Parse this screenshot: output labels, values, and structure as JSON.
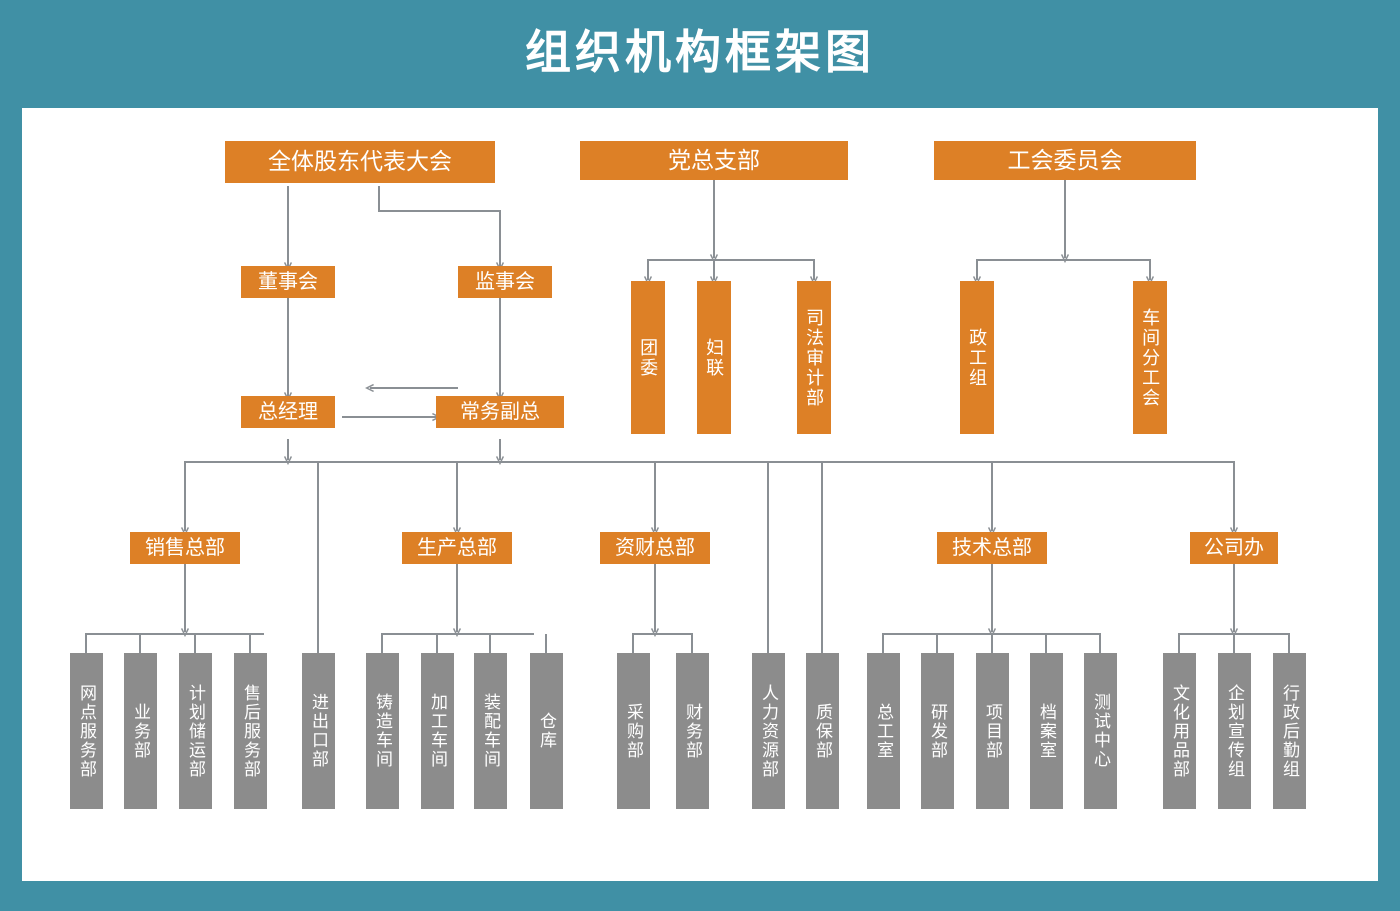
{
  "page": {
    "title": "组织机构框架图",
    "background_color": "#4090a5",
    "panel_color": "#ffffff",
    "accent_color": "#dd8026",
    "secondary_color": "#8c8c8c",
    "connector_color": "#8a8f94"
  },
  "chart_data": {
    "type": "diagram",
    "title": "组织机构框架图",
    "nodes": [
      {
        "id": "shareholders",
        "label": "全体股东代表大会",
        "level": 0,
        "color": "#dd8026",
        "orientation": "horizontal"
      },
      {
        "id": "party",
        "label": "党总支部",
        "level": 0,
        "color": "#dd8026",
        "orientation": "horizontal"
      },
      {
        "id": "union",
        "label": "工会委员会",
        "level": 0,
        "color": "#dd8026",
        "orientation": "horizontal"
      },
      {
        "id": "board",
        "label": "董事会",
        "level": 1,
        "color": "#dd8026",
        "orientation": "horizontal"
      },
      {
        "id": "supervisors",
        "label": "监事会",
        "level": 1,
        "color": "#dd8026",
        "orientation": "horizontal"
      },
      {
        "id": "youth",
        "label": "团委",
        "level": 1,
        "color": "#dd8026",
        "orientation": "vertical"
      },
      {
        "id": "women",
        "label": "妇联",
        "level": 1,
        "color": "#dd8026",
        "orientation": "vertical"
      },
      {
        "id": "judicial-audit",
        "label": "司法审计部",
        "level": 1,
        "color": "#dd8026",
        "orientation": "vertical"
      },
      {
        "id": "political-work",
        "label": "政工组",
        "level": 1,
        "color": "#dd8026",
        "orientation": "vertical"
      },
      {
        "id": "workshop-union",
        "label": "车间分工会",
        "level": 1,
        "color": "#dd8026",
        "orientation": "vertical"
      },
      {
        "id": "gm",
        "label": "总经理",
        "level": 2,
        "color": "#dd8026",
        "orientation": "horizontal"
      },
      {
        "id": "deputy-gm",
        "label": "常务副总",
        "level": 2,
        "color": "#dd8026",
        "orientation": "horizontal"
      },
      {
        "id": "sales-hq",
        "label": "销售总部",
        "level": 3,
        "color": "#dd8026",
        "orientation": "horizontal"
      },
      {
        "id": "production-hq",
        "label": "生产总部",
        "level": 3,
        "color": "#dd8026",
        "orientation": "horizontal"
      },
      {
        "id": "finance-hq",
        "label": "资财总部",
        "level": 3,
        "color": "#dd8026",
        "orientation": "horizontal"
      },
      {
        "id": "technology-hq",
        "label": "技术总部",
        "level": 3,
        "color": "#dd8026",
        "orientation": "horizontal"
      },
      {
        "id": "company-office",
        "label": "公司办",
        "level": 3,
        "color": "#dd8026",
        "orientation": "horizontal"
      },
      {
        "id": "branch-service",
        "label": "网点服务部",
        "level": 4,
        "color": "#8c8c8c",
        "orientation": "vertical"
      },
      {
        "id": "business-dept",
        "label": "业务部",
        "level": 4,
        "color": "#8c8c8c",
        "orientation": "vertical"
      },
      {
        "id": "plan-storage",
        "label": "计划储运部",
        "level": 4,
        "color": "#8c8c8c",
        "orientation": "vertical"
      },
      {
        "id": "after-sales",
        "label": "售后服务部",
        "level": 4,
        "color": "#8c8c8c",
        "orientation": "vertical"
      },
      {
        "id": "import-export",
        "label": "进出口部",
        "level": 4,
        "color": "#8c8c8c",
        "orientation": "vertical"
      },
      {
        "id": "casting-workshop",
        "label": "铸造车间",
        "level": 4,
        "color": "#8c8c8c",
        "orientation": "vertical"
      },
      {
        "id": "machining-workshop",
        "label": "加工车间",
        "level": 4,
        "color": "#8c8c8c",
        "orientation": "vertical"
      },
      {
        "id": "assembly-workshop",
        "label": "装配车间",
        "level": 4,
        "color": "#8c8c8c",
        "orientation": "vertical"
      },
      {
        "id": "warehouse",
        "label": "仓库",
        "level": 4,
        "color": "#8c8c8c",
        "orientation": "vertical"
      },
      {
        "id": "purchasing",
        "label": "采购部",
        "level": 4,
        "color": "#8c8c8c",
        "orientation": "vertical"
      },
      {
        "id": "accounting",
        "label": "财务部",
        "level": 4,
        "color": "#8c8c8c",
        "orientation": "vertical"
      },
      {
        "id": "hr",
        "label": "人力资源部",
        "level": 4,
        "color": "#8c8c8c",
        "orientation": "vertical"
      },
      {
        "id": "quality",
        "label": "质保部",
        "level": 4,
        "color": "#8c8c8c",
        "orientation": "vertical"
      },
      {
        "id": "chief-engineer",
        "label": "总工室",
        "level": 4,
        "color": "#8c8c8c",
        "orientation": "vertical"
      },
      {
        "id": "rnd",
        "label": "研发部",
        "level": 4,
        "color": "#8c8c8c",
        "orientation": "vertical"
      },
      {
        "id": "project",
        "label": "项目部",
        "level": 4,
        "color": "#8c8c8c",
        "orientation": "vertical"
      },
      {
        "id": "archives",
        "label": "档案室",
        "level": 4,
        "color": "#8c8c8c",
        "orientation": "vertical"
      },
      {
        "id": "test-center",
        "label": "测试中心",
        "level": 4,
        "color": "#8c8c8c",
        "orientation": "vertical"
      },
      {
        "id": "stationery",
        "label": "文化用品部",
        "level": 4,
        "color": "#8c8c8c",
        "orientation": "vertical"
      },
      {
        "id": "planning-promo",
        "label": "企划宣传组",
        "level": 4,
        "color": "#8c8c8c",
        "orientation": "vertical"
      },
      {
        "id": "admin-logistics",
        "label": "行政后勤组",
        "level": 4,
        "color": "#8c8c8c",
        "orientation": "vertical"
      }
    ],
    "edges": [
      {
        "from": "shareholders",
        "to": "board"
      },
      {
        "from": "shareholders",
        "to": "supervisors"
      },
      {
        "from": "supervisors",
        "to": "board"
      },
      {
        "from": "board",
        "to": "gm"
      },
      {
        "from": "supervisors",
        "to": "deputy-gm"
      },
      {
        "from": "gm",
        "to": "deputy-gm"
      },
      {
        "from": "party",
        "to": "youth"
      },
      {
        "from": "party",
        "to": "women"
      },
      {
        "from": "party",
        "to": "judicial-audit"
      },
      {
        "from": "union",
        "to": "political-work"
      },
      {
        "from": "union",
        "to": "workshop-union"
      },
      {
        "from": "gm",
        "to": "sales-hq"
      },
      {
        "from": "gm",
        "to": "production-hq"
      },
      {
        "from": "gm",
        "to": "finance-hq"
      },
      {
        "from": "gm",
        "to": "technology-hq"
      },
      {
        "from": "gm",
        "to": "company-office"
      },
      {
        "from": "gm",
        "to": "import-export"
      },
      {
        "from": "gm",
        "to": "hr"
      },
      {
        "from": "gm",
        "to": "quality"
      },
      {
        "from": "sales-hq",
        "to": "branch-service"
      },
      {
        "from": "sales-hq",
        "to": "business-dept"
      },
      {
        "from": "sales-hq",
        "to": "plan-storage"
      },
      {
        "from": "sales-hq",
        "to": "after-sales"
      },
      {
        "from": "production-hq",
        "to": "casting-workshop"
      },
      {
        "from": "production-hq",
        "to": "machining-workshop"
      },
      {
        "from": "production-hq",
        "to": "assembly-workshop"
      },
      {
        "from": "production-hq",
        "to": "warehouse"
      },
      {
        "from": "finance-hq",
        "to": "purchasing"
      },
      {
        "from": "finance-hq",
        "to": "accounting"
      },
      {
        "from": "technology-hq",
        "to": "chief-engineer"
      },
      {
        "from": "technology-hq",
        "to": "rnd"
      },
      {
        "from": "technology-hq",
        "to": "project"
      },
      {
        "from": "technology-hq",
        "to": "archives"
      },
      {
        "from": "technology-hq",
        "to": "test-center"
      },
      {
        "from": "company-office",
        "to": "stationery"
      },
      {
        "from": "company-office",
        "to": "planning-promo"
      },
      {
        "from": "company-office",
        "to": "admin-logistics"
      }
    ]
  }
}
